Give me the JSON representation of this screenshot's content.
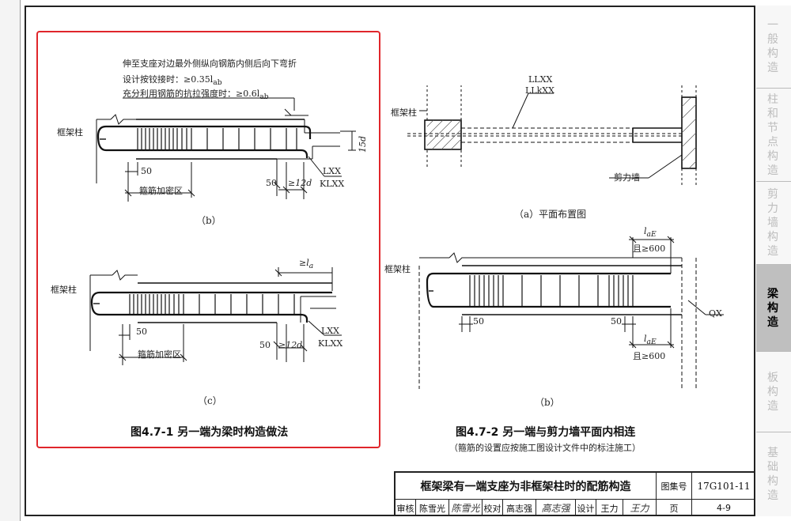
{
  "side_nav": {
    "tabs": [
      {
        "label": "一般构造",
        "active": false
      },
      {
        "label": "柱和节点构造",
        "active": false
      },
      {
        "label": "剪力墙构造",
        "active": false
      },
      {
        "label": "梁构造",
        "active": true
      },
      {
        "label": "板构造",
        "active": false
      },
      {
        "label": "基础构造",
        "active": false
      }
    ]
  },
  "figure_1": {
    "notes": {
      "line1": "伸至支座对边最外侧纵向钢筋内侧后向下弯折",
      "line2": "设计按铰接时：≥0.35l",
      "line2_sub": "ab",
      "line3": "充分利用钢筋的抗拉强度时：≥0.6l",
      "line3_sub": "ab"
    },
    "b": {
      "column_label": "框架柱",
      "dim_50": "50",
      "dense_zone": "箍筋加密区",
      "dim_50b": "50",
      "dim_12d": "≥12d",
      "dim_15d": "15d",
      "beam_label_1": "LXX",
      "beam_label_2": "KLXX",
      "caption": "（b）"
    },
    "c": {
      "column_label": "框架柱",
      "dim_la": "≥l",
      "dim_la_sub": "a",
      "dim_50": "50",
      "dense_zone": "箍筋加密区",
      "dim_50b": "50",
      "dim_12d": "≥12d",
      "beam_label_1": "LXX",
      "beam_label_2": "KLXX",
      "caption": "（c）"
    },
    "title": "图4.7-1  另一端为梁时构造做法"
  },
  "figure_2": {
    "a": {
      "column_label": "框架柱",
      "beam_label_1": "LLXX",
      "beam_label_2": "LLkXX",
      "wall_label": "剪力墙",
      "caption": "（a）平面布置图"
    },
    "b": {
      "column_label": "框架柱",
      "top_dim": "l",
      "top_dim_sub": "aE",
      "top_dim2": "且≥600",
      "dim_50_left": "50",
      "dim_50_right": "50",
      "bottom_dim": "l",
      "bottom_dim_sub": "aE",
      "bottom_dim2": "且≥600",
      "wall_label": "QX",
      "caption": "（b）"
    },
    "title": "图4.7-2  另一端与剪力墙平面内相连",
    "note": "（箍筋的设置应按施工图设计文件中的标注施工）"
  },
  "title_block": {
    "title": "框架梁有一端支座为非框架柱时的配筋构造",
    "atlas_label": "图集号",
    "atlas_no": "17G101-11",
    "review_label": "审核",
    "reviewer": "陈雪光",
    "reviewer_sig": "陈雪光",
    "check_label": "校对",
    "checker": "高志强",
    "checker_sig": "高志强",
    "design_label": "设计",
    "designer": "王力",
    "designer_sig": "王力",
    "page_label": "页",
    "page_no": "4-9"
  }
}
